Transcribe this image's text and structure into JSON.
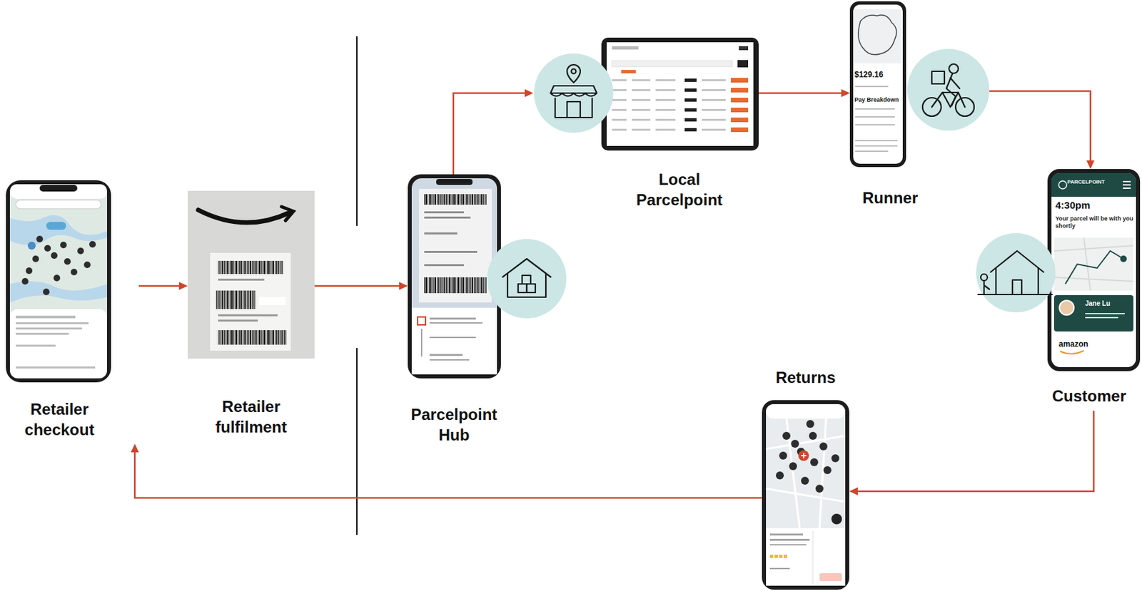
{
  "diagram": {
    "nodes": [
      {
        "text": [
          "Retailer checkout"
        ]
      },
      {
        "text": [
          "Retailer fulfilment"
        ]
      },
      {
        "text": [
          "Parcelpoint Hub"
        ]
      },
      {
        "text": [
          "Local Parcelpoint"
        ]
      },
      {
        "text": [
          "Runner",
          "$129.16",
          "Pay Breakdown"
        ]
      },
      {
        "text": [
          "Customer",
          "PARCELPOINT",
          "4:30pm",
          "Your parcel will be with you shortly",
          "Jane Lu",
          "amazon"
        ]
      },
      {
        "text": [
          "Returns"
        ]
      }
    ],
    "edges": [
      {
        "from": 0,
        "to": 1,
        "arrow": "to"
      },
      {
        "from": 1,
        "to": 2,
        "arrow": "to"
      },
      {
        "from": 2,
        "to": 3,
        "arrow": "to"
      },
      {
        "from": 3,
        "to": 4,
        "arrow": "to"
      },
      {
        "from": 4,
        "to": 5,
        "arrow": "to"
      },
      {
        "from": 5,
        "to": 6,
        "arrow": "to"
      },
      {
        "from": 6,
        "to": 0,
        "arrow": "to"
      }
    ]
  }
}
